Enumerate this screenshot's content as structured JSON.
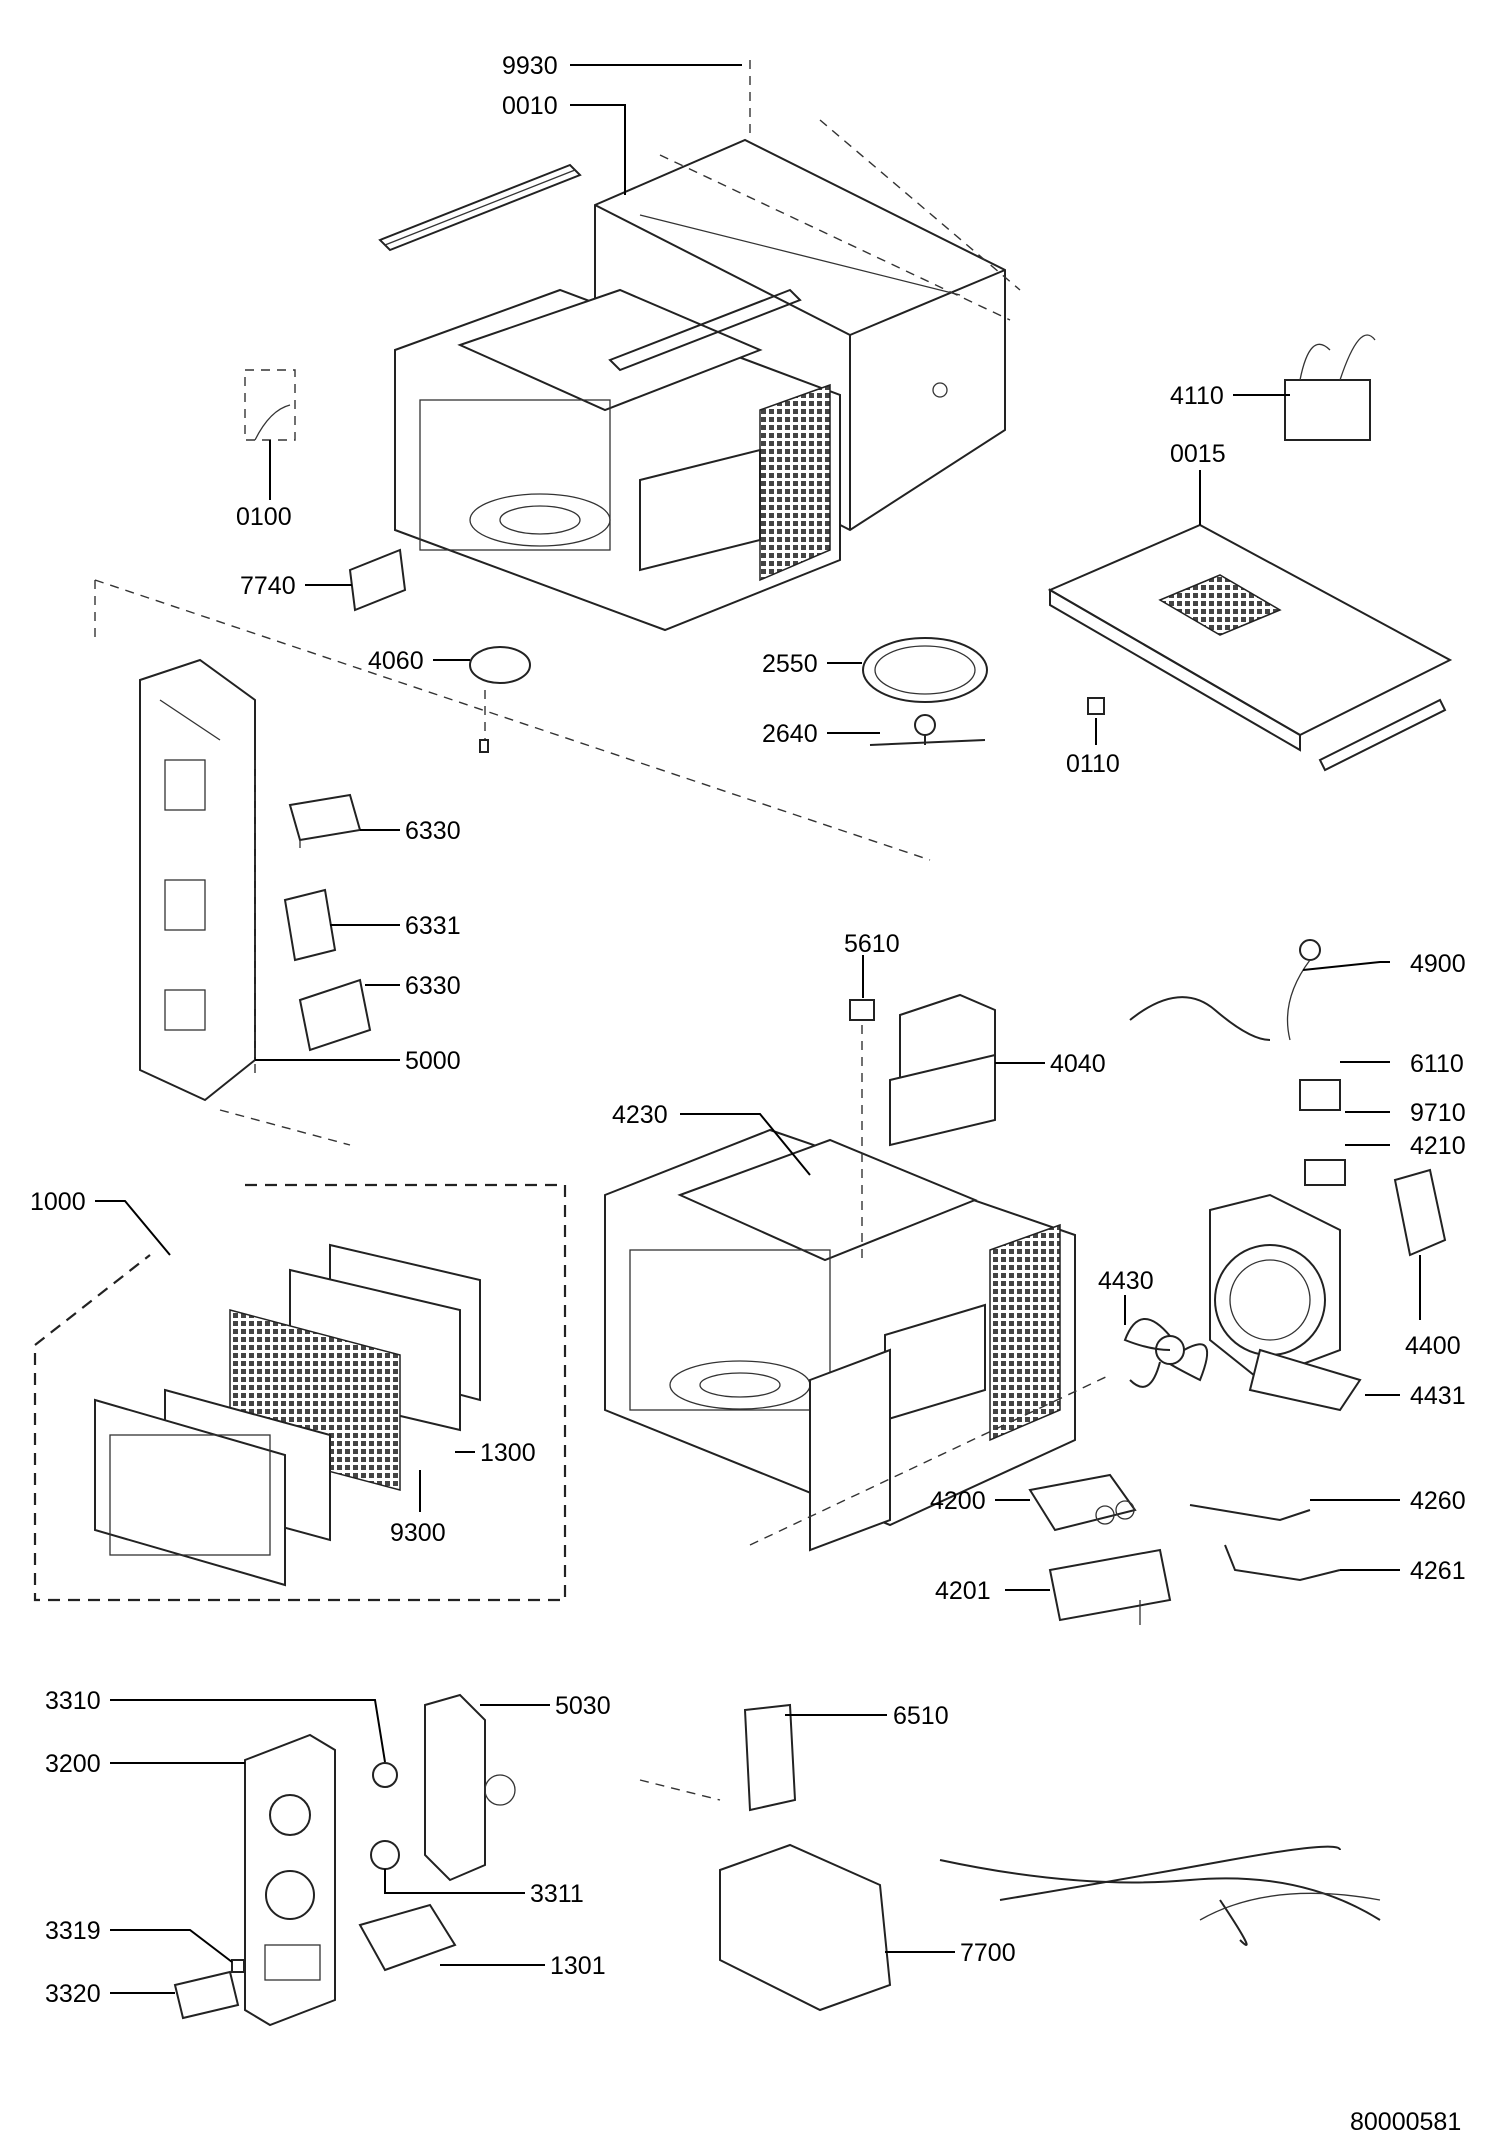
{
  "drawing_number": "80000581",
  "labels": {
    "p9930": "9930",
    "p0010": "0010",
    "p4110": "4110",
    "p0015": "0015",
    "p0100": "0100",
    "p7740": "7740",
    "p4060": "4060",
    "p2550": "2550",
    "p2640": "2640",
    "p0110": "0110",
    "p6330a": "6330",
    "p6331": "6331",
    "p6330b": "6330",
    "p5000": "5000",
    "p5610": "5610",
    "p4900": "4900",
    "p4040": "4040",
    "p6110": "6110",
    "p4230": "4230",
    "p9710": "9710",
    "p4210": "4210",
    "p1000": "1000",
    "p4430": "4430",
    "p4400": "4400",
    "p4431": "4431",
    "p1300": "1300",
    "p9300": "9300",
    "p4200": "4200",
    "p4260": "4260",
    "p4201": "4201",
    "p4261": "4261",
    "p3310": "3310",
    "p5030": "5030",
    "p3200": "3200",
    "p6510": "6510",
    "p3311": "3311",
    "p3319": "3319",
    "p1301": "1301",
    "p7700": "7700",
    "p3320": "3320"
  }
}
